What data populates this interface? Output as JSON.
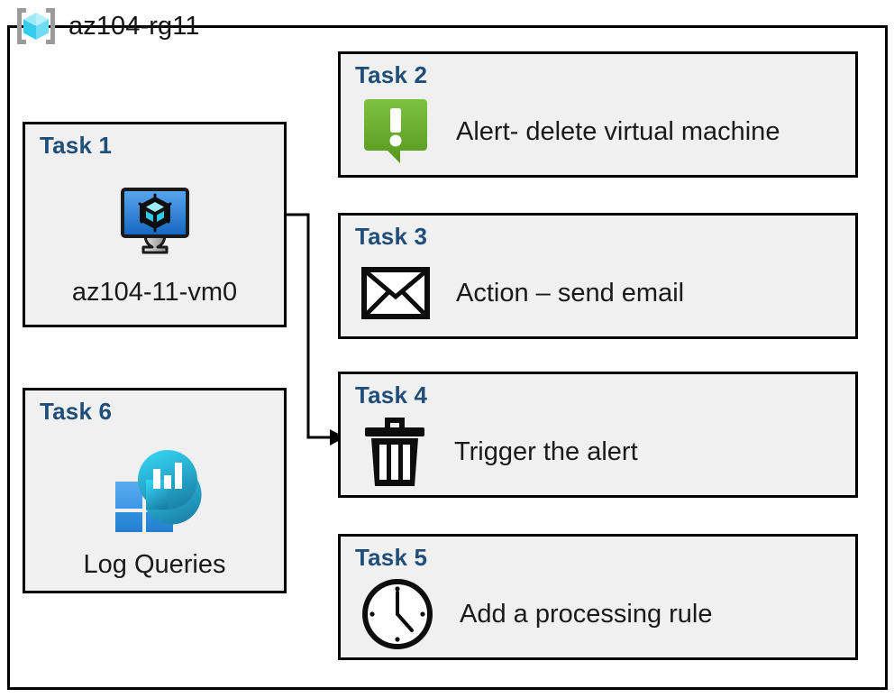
{
  "diagram": {
    "resource_group": {
      "name": "az104-rg11",
      "icon": "azure-resource-group-icon"
    },
    "colors": {
      "task_label": "#1f4e79",
      "card_background": "#f0f0f0",
      "card_border": "#000000",
      "alert_green_light": "#7ac143",
      "alert_green_dark": "#5a9c1e",
      "log_circle_light": "#2fc7e8",
      "log_circle_dark": "#1b84ab",
      "log_square_light": "#50a5ec",
      "log_square_dark": "#2b88dc",
      "vm_screen_light": "#5aa7ef",
      "vm_screen_dark": "#1565c0"
    },
    "cards": [
      {
        "id": "task-1",
        "title": "Task 1",
        "text": "az104-11-vm0",
        "icon": "virtual-machine-icon",
        "column": "left"
      },
      {
        "id": "task-2",
        "title": "Task 2",
        "text": "Alert- delete virtual machine",
        "icon": "alert-bubble-icon",
        "column": "right"
      },
      {
        "id": "task-3",
        "title": "Task 3",
        "text": "Action – send email",
        "icon": "envelope-icon",
        "column": "right"
      },
      {
        "id": "task-4",
        "title": "Task 4",
        "text": "Trigger the alert",
        "icon": "trash-can-icon",
        "column": "right"
      },
      {
        "id": "task-5",
        "title": "Task 5",
        "text": "Add a processing rule",
        "icon": "clock-icon",
        "column": "right"
      },
      {
        "id": "task-6",
        "title": "Task 6",
        "text": "Log Queries",
        "icon": "log-analytics-icon",
        "column": "left"
      }
    ],
    "connectors": [
      {
        "id": "vm-to-task4",
        "from": "task-1",
        "to": "task-4",
        "arrow": "arrowhead-right"
      }
    ]
  }
}
